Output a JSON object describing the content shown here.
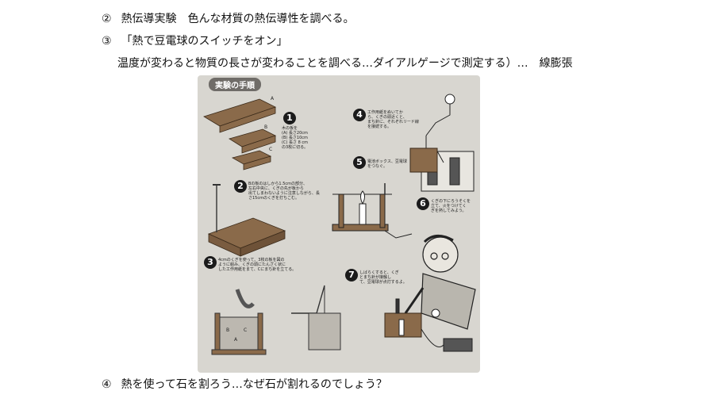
{
  "lines": [
    {
      "num": "②",
      "text": "熱伝導実験　色んな材質の熱伝導性を調べる。"
    },
    {
      "num": "③",
      "text": "「熱で豆電球のスイッチをオン」"
    },
    {
      "num": "",
      "text": "温度が変わると物質の長さが変わることを調べる…ダイアルゲージで測定する）…　線膨張"
    },
    {
      "num": "④",
      "text": "熱を使って石を割ろう…なぜ石が割れるのでしょう？"
    }
  ],
  "illustration": {
    "heading": "実験の手順",
    "board_labels": [
      "A",
      "B",
      "C"
    ],
    "stand_labels": [
      "B",
      "C",
      "A"
    ],
    "steps": [
      {
        "num": "1",
        "text": "木の板を\n(A) 長さ20cm\n(B) 長さ10cm\n(C) 長さ 8 cm\nの3枚に切る。"
      },
      {
        "num": "2",
        "text": "Bの板のはしから1.5cmの部分、\n左右中央に、くぎの先が板から\n出てしまわないように注意しながら、長\nさ15cmのくぎを打ちこむ。"
      },
      {
        "num": "3",
        "text": "4cmのくぎを使って、3枚の板を図の\nように組み、くぎの頭にたんざく状に\nした工作用紙をまて、Cにまち針を立てる。"
      },
      {
        "num": "4",
        "text": "工作用紙をぬいてか\nら、くぎの頭近くと、\nまち針に、それぞれリード線\nを接続する。"
      },
      {
        "num": "5",
        "text": "電池ボックス、豆電球\nをつなぐ。"
      },
      {
        "num": "6",
        "text": "くぎの下にろうそくを\n立て、火をつけてく\nぎを熱してみよう。"
      },
      {
        "num": "7",
        "text": "しばらくすると、くぎ\nとまち針が接触し\nて、豆電球が点灯するよ。"
      }
    ]
  },
  "colors": {
    "illustration_bg": "#d8d6d0",
    "wood": "#8a6a4a",
    "ink": "#1b1b1b"
  }
}
